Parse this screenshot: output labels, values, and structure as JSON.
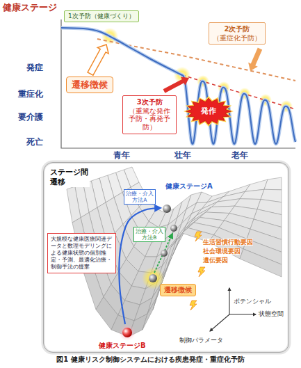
{
  "diagram": {
    "caption": "図1 健康リスク制御システムにおける疾患発症・重症化予防",
    "nodes": [
      {
        "text": [
          "1次予防（健康づくり）"
        ]
      },
      {
        "text": [
          "2次予防",
          "（重症化予防）"
        ]
      },
      {
        "text": [
          "遷移徴候"
        ]
      },
      {
        "text": [
          "3次予防",
          "（重篤な発作予防・再発予防）"
        ]
      },
      {
        "text": [
          "発作"
        ]
      },
      {
        "text": [
          "ステージ間遷移"
        ]
      },
      {
        "text": [
          "治療・介入方法A"
        ],
        "in": 5
      },
      {
        "text": [
          "治療・介入方法B"
        ],
        "in": 5
      },
      {
        "text": [
          "大規模な健康医療関連データと数理モデリングによる健康状態の個別推定・予測、最適化治療・制御手法の提案"
        ],
        "in": 5
      },
      {
        "text": [
          "遷移徴候"
        ],
        "in": 5
      }
    ],
    "labels": [
      "健康ステージ",
      "発症",
      "重症化",
      "要介護",
      "死亡",
      "青年",
      "壮年",
      "老年",
      "健康ステージA",
      "生活習慣行動要因",
      "社会環境要因",
      "遺伝要因",
      "ポテンシャル",
      "状態空間",
      "制御パラメータ",
      "健康ステージB"
    ]
  }
}
